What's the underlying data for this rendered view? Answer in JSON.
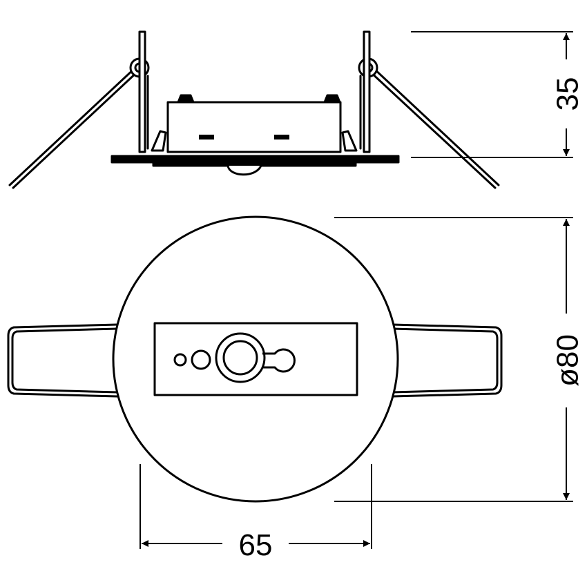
{
  "dimensions": {
    "height": "35",
    "diameter": "ø80",
    "cutout": "65"
  },
  "colors": {
    "stroke": "#000000",
    "background": "#ffffff",
    "fill": "#ffffff"
  }
}
